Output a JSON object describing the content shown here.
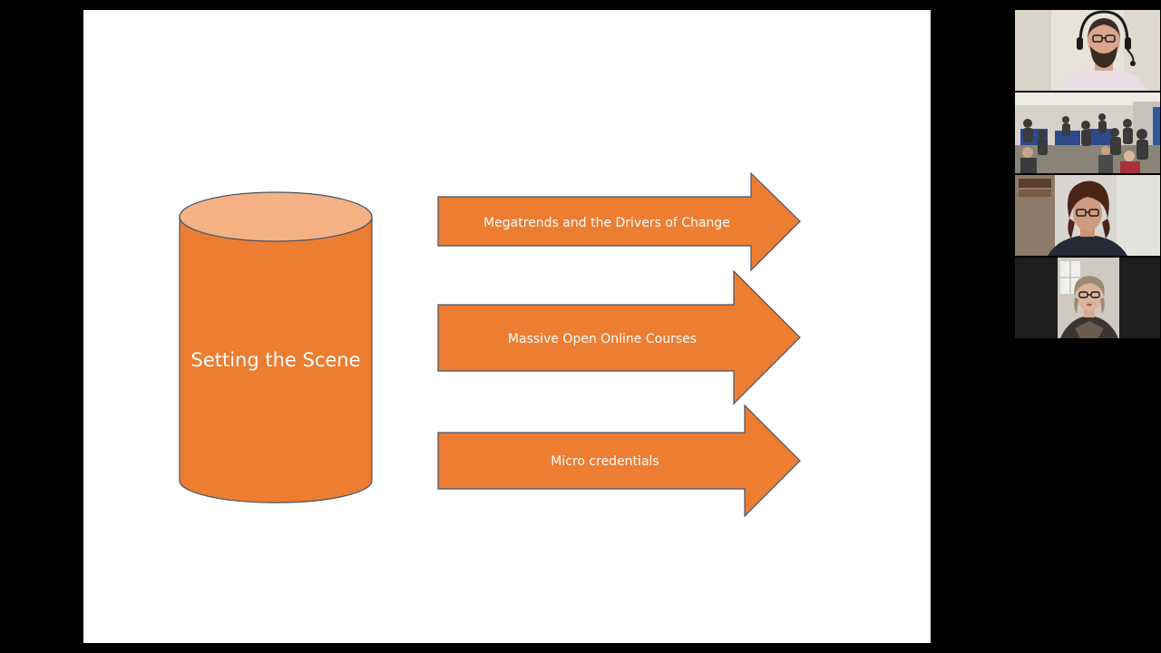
{
  "slide": {
    "cylinder_label": "Setting the Scene",
    "arrows": [
      {
        "label": "Megatrends and the Drivers of Change"
      },
      {
        "label": "Massive  Open  Online Courses"
      },
      {
        "label": "Micro credentials"
      }
    ]
  },
  "participants": [
    {
      "icon": "participant-video-man-headset"
    },
    {
      "icon": "participant-video-classroom"
    },
    {
      "icon": "participant-video-woman-glasses"
    },
    {
      "icon": "participant-video-woman-speaking"
    }
  ],
  "colors": {
    "shape_fill": "#ED7D31",
    "cylinder_top": "#F4B183",
    "outline": "#44546A",
    "background": "#000000"
  }
}
